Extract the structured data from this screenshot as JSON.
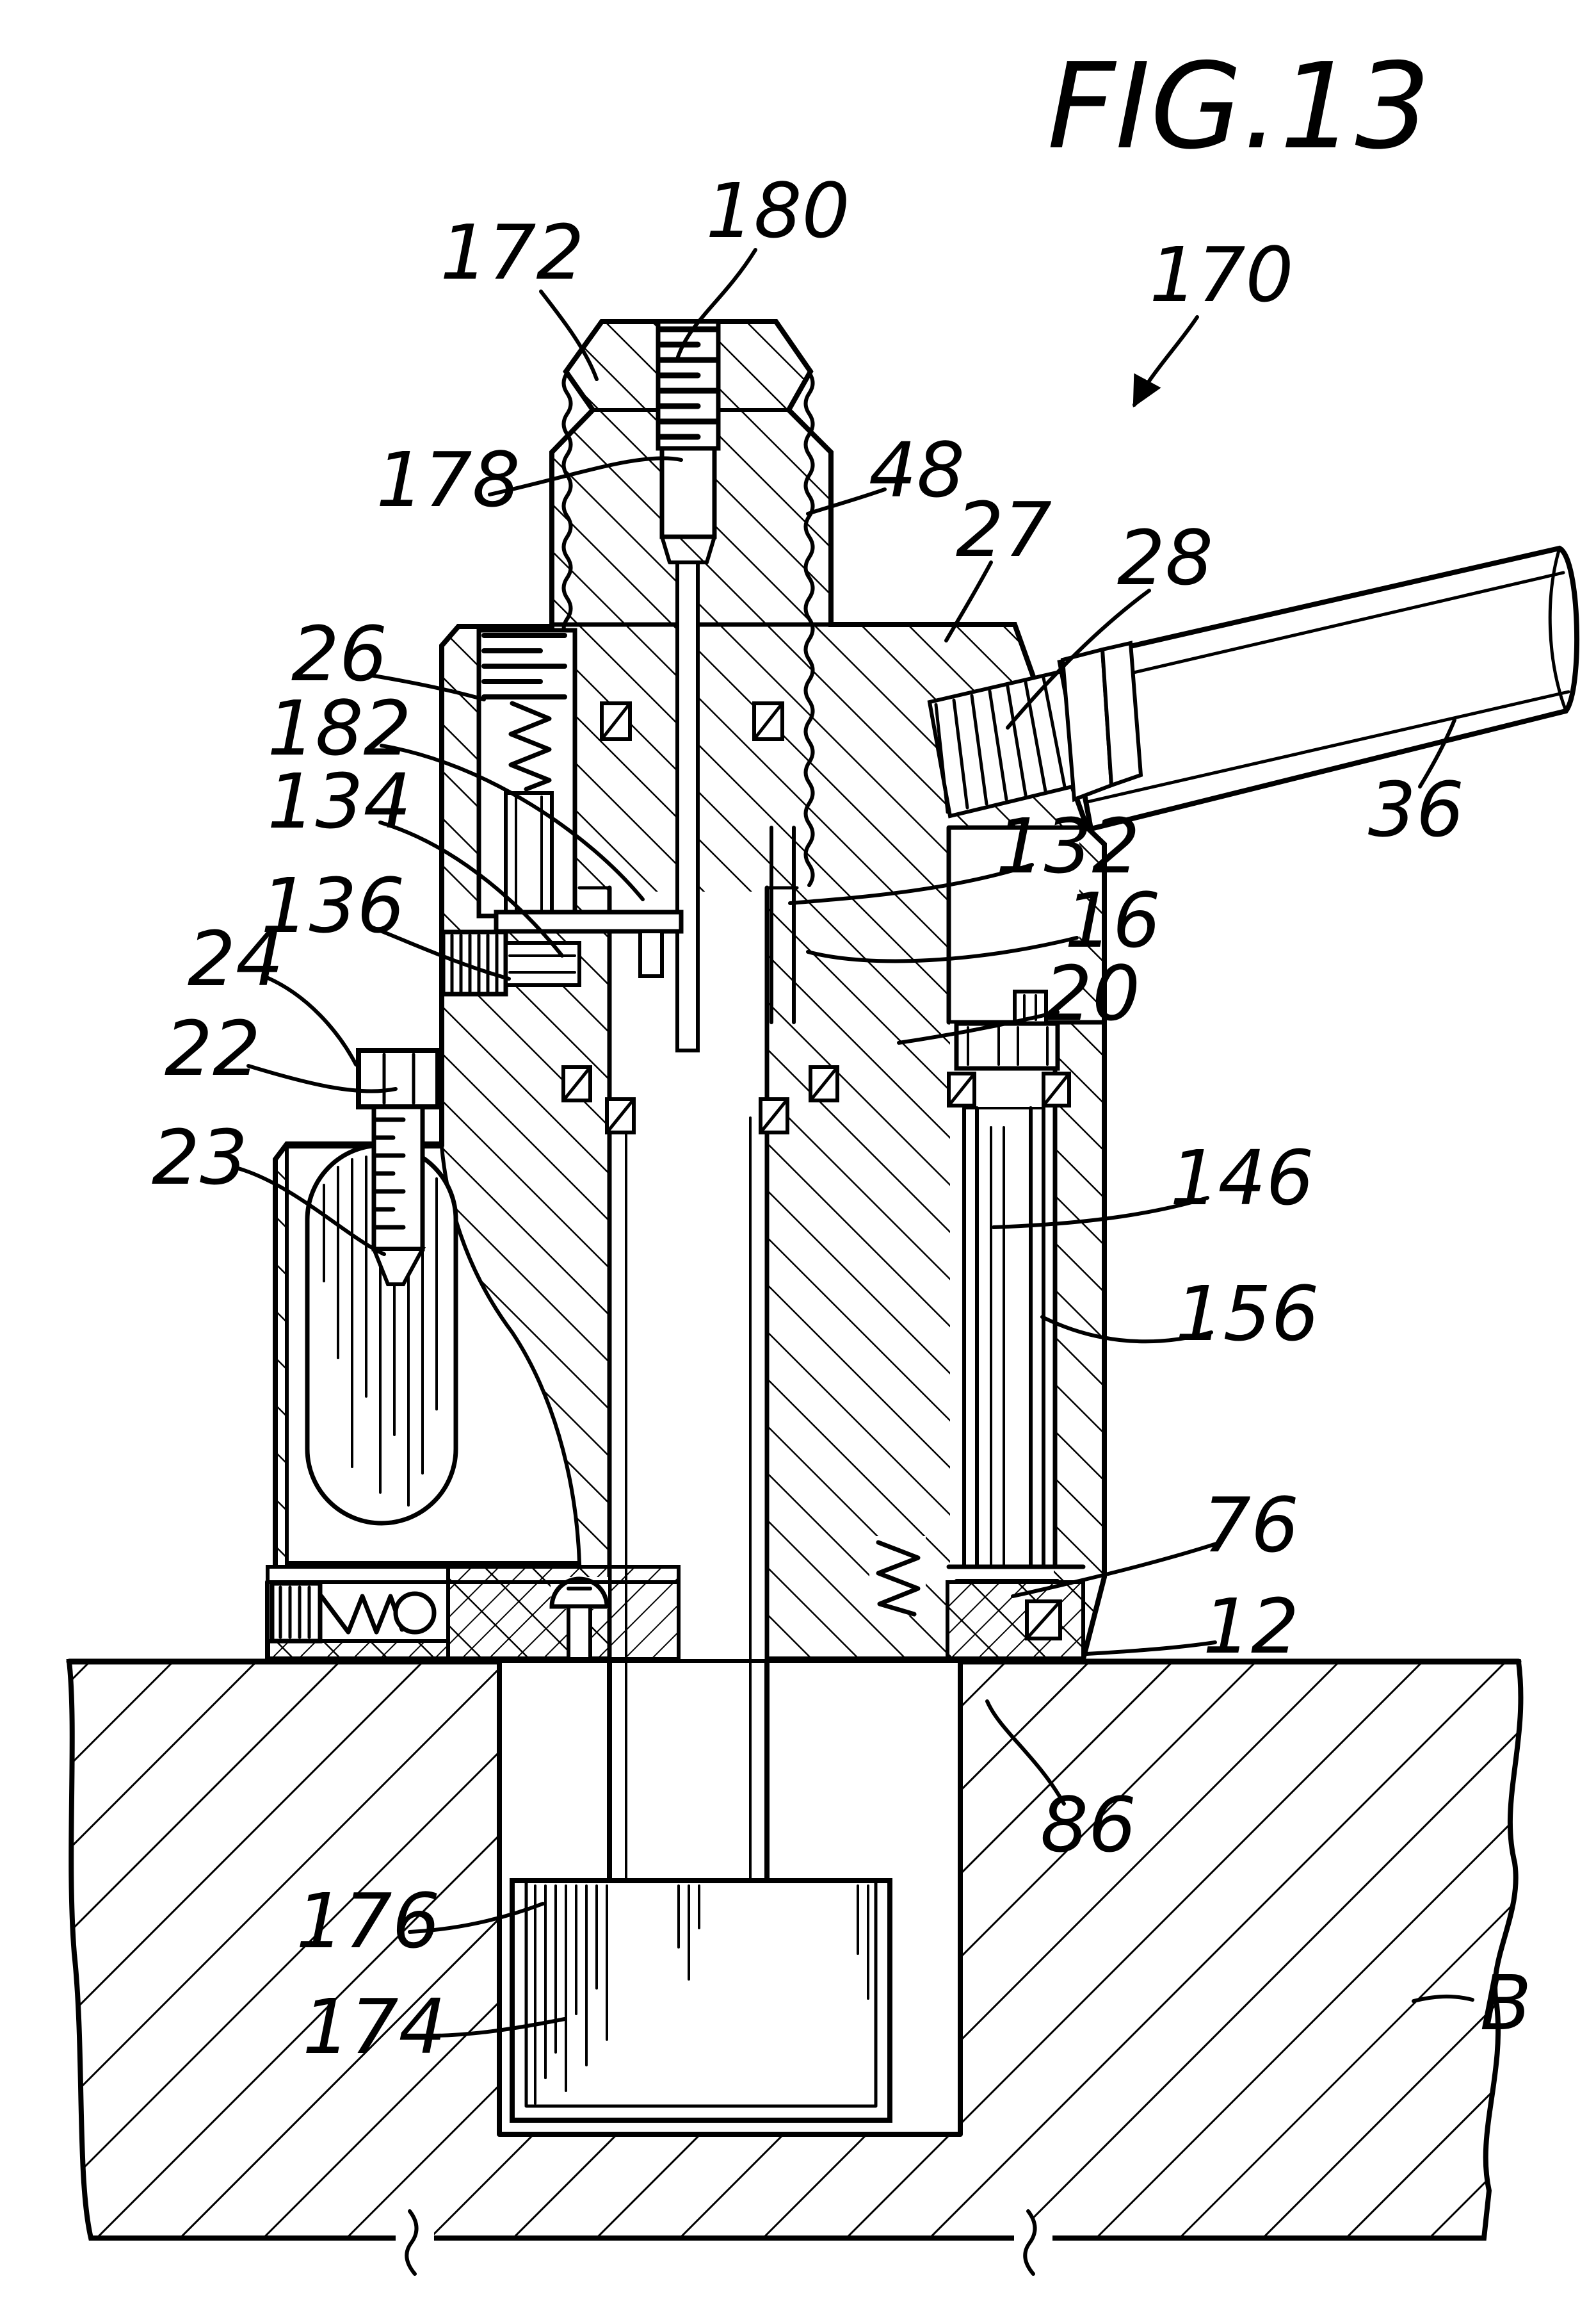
{
  "figure": {
    "title": "FIG.13"
  },
  "colors": {
    "ink": "#000000",
    "paper": "#ffffff"
  },
  "labels": {
    "n180": "180",
    "n172": "172",
    "n170": "170",
    "n178": "178",
    "n48": "48",
    "n27": "27",
    "n28": "28",
    "n36": "36",
    "n26": "26",
    "n182": "182",
    "n134": "134",
    "n136": "136",
    "n24": "24",
    "n22": "22",
    "n23": "23",
    "n132": "132",
    "n16": "16",
    "n20": "20",
    "n146": "146",
    "n156": "156",
    "n76": "76",
    "n12": "12",
    "n86": "86",
    "n176": "176",
    "n174": "174",
    "B": "B"
  }
}
